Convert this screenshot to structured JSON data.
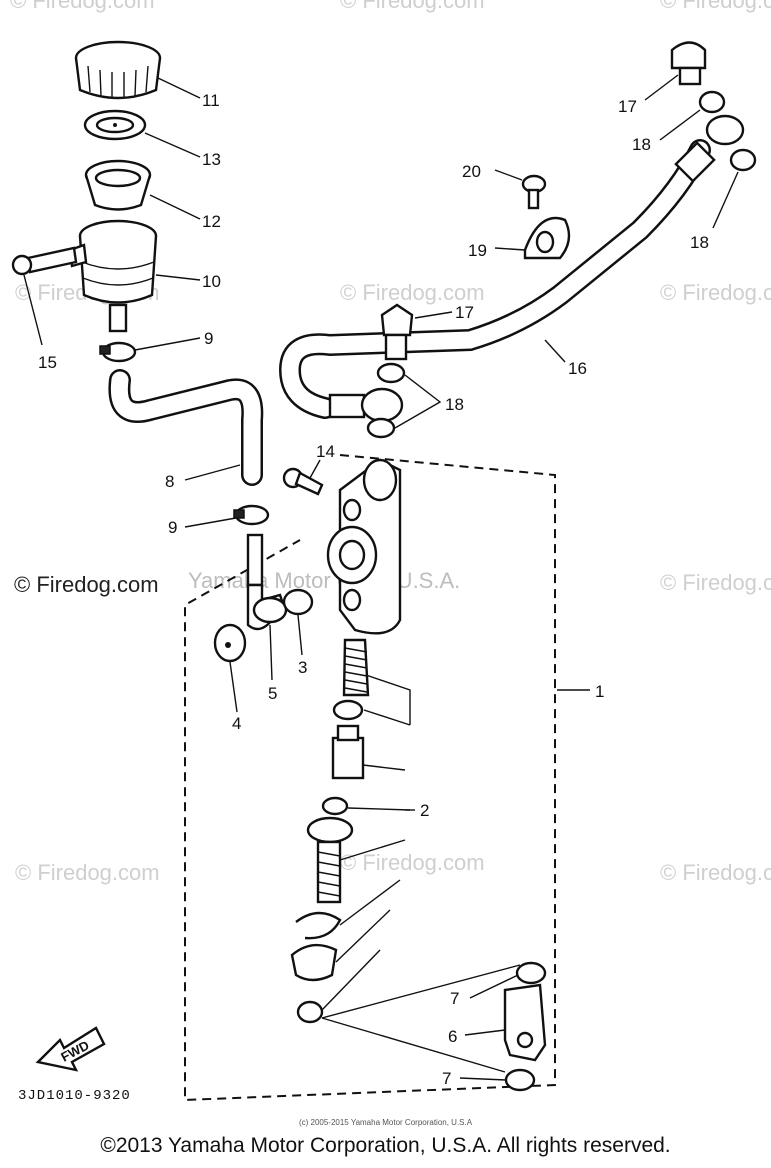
{
  "callouts": {
    "c1": "1",
    "c2": "2",
    "c3": "3",
    "c4": "4",
    "c5": "5",
    "c6": "6",
    "c7a": "7",
    "c7b": "7",
    "c8": "8",
    "c9a": "9",
    "c9b": "9",
    "c10": "10",
    "c11": "11",
    "c12": "12",
    "c13": "13",
    "c14": "14",
    "c15": "15",
    "c16": "16",
    "c17a": "17",
    "c17b": "17",
    "c18a": "18",
    "c18b": "18",
    "c18c": "18",
    "c19": "19",
    "c20": "20"
  },
  "fwd_label": "FWD",
  "diagram_code": "3JD1010-9320",
  "watermarks": {
    "firedog": "© Firedog.com",
    "yamaha": "Yamaha Motor Corp, U.S.A."
  },
  "small_copyright": "(c) 2005-2015 Yamaha Motor Corporation, U.S.A",
  "copyright": "©2013 Yamaha Motor Corporation, U.S.A. All rights reserved."
}
